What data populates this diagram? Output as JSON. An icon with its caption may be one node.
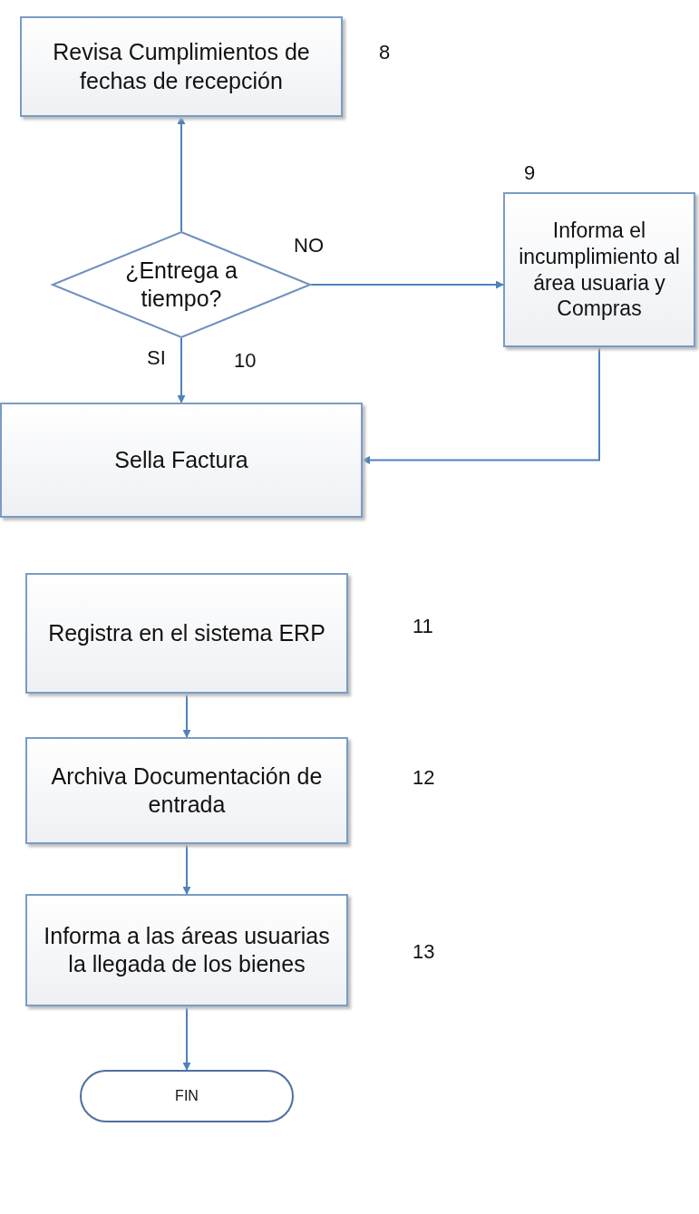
{
  "diagram": {
    "nodes": [
      {
        "text": [
          "Revisa Cumplimientos de fechas de recepción"
        ],
        "beside": [
          "8"
        ]
      },
      {
        "text": [
          "¿Entrega a tiempo?"
        ]
      },
      {
        "text": [
          "Informa el incumplimiento al área usuaria y Compras"
        ],
        "beside": [
          "9"
        ]
      },
      {
        "text": [
          "Sella Factura"
        ]
      },
      {
        "text": [
          "Registra en el sistema ERP"
        ],
        "beside": [
          "11"
        ]
      },
      {
        "text": [
          "Archiva Documentación de entrada"
        ],
        "beside": [
          "12"
        ]
      },
      {
        "text": [
          "Informa a las áreas usuarias la llegada de los bienes"
        ],
        "beside": [
          "13"
        ]
      },
      {
        "text": [
          "FIN"
        ]
      }
    ],
    "edges": [
      {
        "from": 1,
        "to": 0,
        "arrow": "to"
      },
      {
        "from": 1,
        "to": 2,
        "arrow": "to",
        "label": "NO"
      },
      {
        "from": 1,
        "to": 3,
        "arrow": "to",
        "label": "SI"
      },
      {
        "from": 2,
        "to": 3,
        "arrow": "to"
      },
      {
        "from": 4,
        "to": 5,
        "arrow": "to"
      },
      {
        "from": 5,
        "to": 6,
        "arrow": "to"
      },
      {
        "from": 6,
        "to": 7,
        "arrow": "to"
      }
    ],
    "labels": [
      "10"
    ]
  }
}
